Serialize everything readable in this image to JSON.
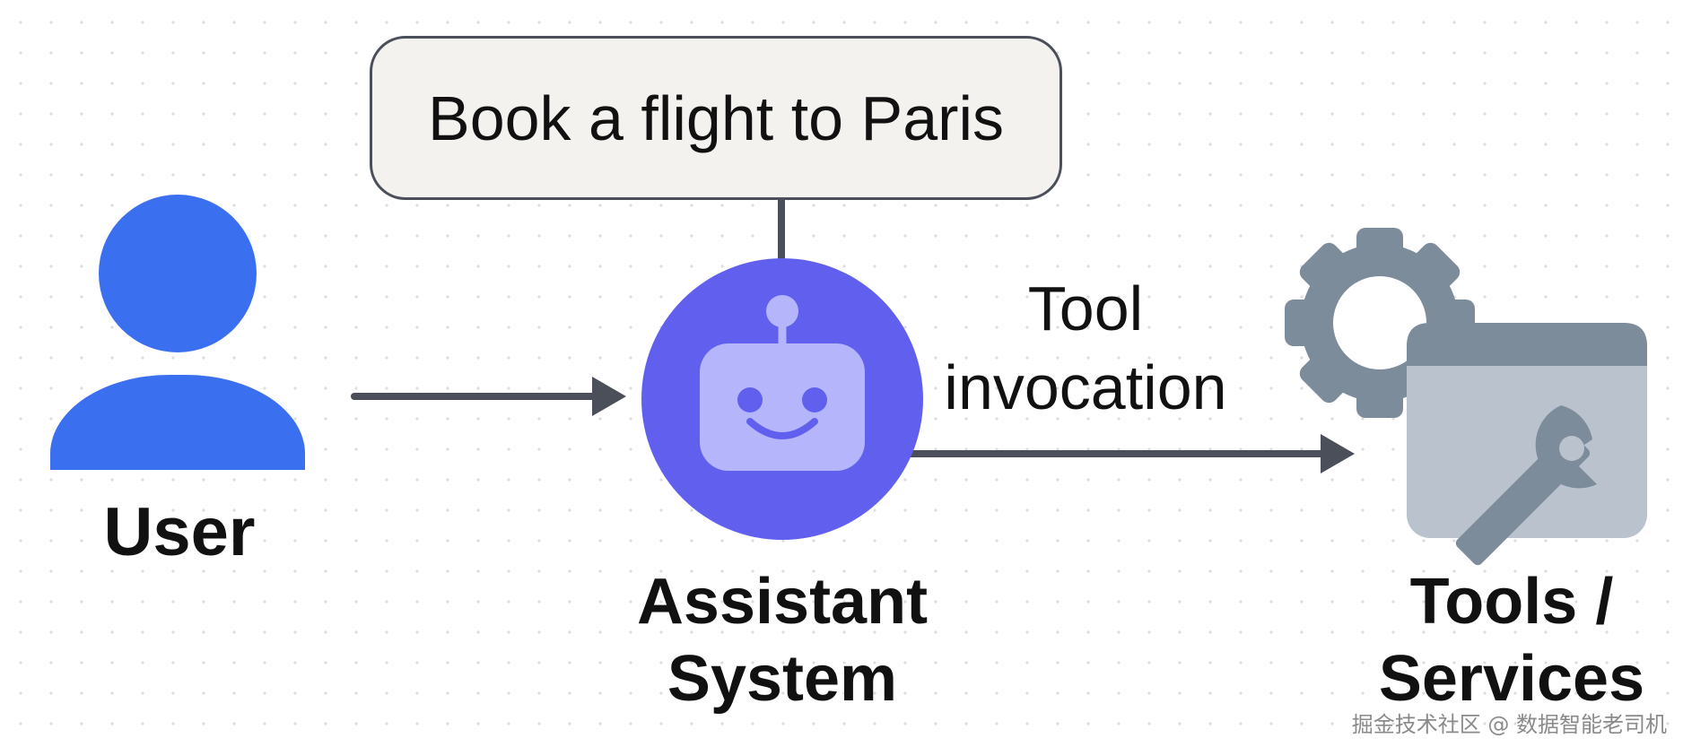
{
  "diagram": {
    "request_bubble": {
      "text": "Book a flight to Paris"
    },
    "nodes": {
      "user": {
        "label": "User",
        "icon": "user-icon",
        "color": "#3a6ff0"
      },
      "assistant": {
        "label_line1": "Assistant",
        "label_line2": "System",
        "icon": "robot-icon",
        "color": "#6160ee",
        "face_color": "#b4b5fb"
      },
      "tools": {
        "label_line1": "Tools /",
        "label_line2": "Services",
        "icon": "gear-wrench-icon",
        "color": "#7c8c9a",
        "panel_color": "#bac3cd"
      }
    },
    "edges": {
      "tool_invocation": {
        "label_line1": "Tool",
        "label_line2": "invocation"
      }
    },
    "line_color": "#4a4f5a"
  },
  "watermark": {
    "text": "掘金技术社区 @ 数据智能老司机"
  }
}
